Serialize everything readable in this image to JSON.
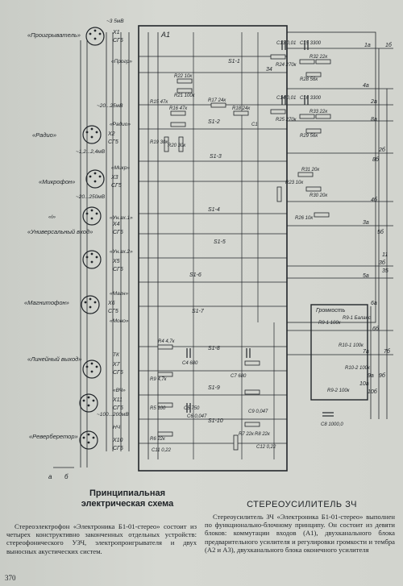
{
  "schematic": {
    "board_label": "A1",
    "inputs": [
      {
        "name": "«Проигрыватель»",
        "connector": "X1",
        "socket": "СГ5",
        "level": "~3  5мВ",
        "bus": "«Прогр»"
      },
      {
        "name": "«Радио»",
        "connector": "X2",
        "socket": "СГ5",
        "level": "~20...25мВ",
        "bus": "«Радио»",
        "level2": "~1,2...2,4мВ"
      },
      {
        "name": "«Микрофон»",
        "connector": "X3",
        "socket": "СГ5",
        "bus": "«Микр»",
        "level2": "~20...250мВ"
      },
      {
        "name": "«Универсальный вход»",
        "connector": "X4",
        "socket": "СГ5",
        "bus": "«Ун.вх.1»",
        "tag": "«I»"
      },
      {
        "name": "",
        "connector": "X5",
        "socket": "СГ5",
        "bus": "«Ун.вх.2»"
      },
      {
        "name": "«Магнитофон»",
        "connector": "X6",
        "socket": "СГ5",
        "bus": "«Магн»",
        "bus2": "«Моно»"
      },
      {
        "name": "«Линейный выход»",
        "connector": "X7",
        "socket": "СГ5",
        "bus": "ТК"
      },
      {
        "name": "",
        "connector": "X11",
        "socket": "СГ5",
        "bus": "«ВЧ»",
        "level2": "~100...200мВ"
      },
      {
        "name": "«Реверберетор»",
        "connector": "X10",
        "socket": "СГ5",
        "bus": "НЧ"
      }
    ],
    "switch_labels": [
      "S1-1",
      "S1-2",
      "S1-3",
      "S1-4",
      "S1-5",
      "S1-6",
      "S1-7",
      "S1-8",
      "S1-9",
      "S1-10"
    ],
    "component_labels": [
      "C13 0,01",
      "C15 3300",
      "R24 270к",
      "R32 22к",
      "R28 56к",
      "C14 0,01",
      "C16 3300",
      "R25 270к",
      "R33 22к",
      "R29 56к",
      "R17 24к",
      "R18 24к",
      "C1",
      "R16 47к",
      "R15 47к",
      "R19 30к",
      "R20 30к",
      "R22 10к",
      "R21 100к",
      "R23 10к",
      "R31 20к",
      "R30 20к",
      "R26 10к",
      "R4 4,7к",
      "C4 680",
      "C7 680",
      "R9 4,7к",
      "R5 100",
      "C5 750",
      "R6 22к",
      "R7 22к",
      "C11 0,22",
      "C12 0,22",
      "R8 22к",
      "C9 0,047",
      "C6 0,047",
      "C8 1000,0"
    ],
    "vol_block": {
      "title": "Громкость",
      "r1": "R9-1 100к",
      "balance": "R9-1 Баланс",
      "r10_1": "R10-1 100к",
      "r10_2": "R10-2 100к",
      "r9_2": "R9-2 100к"
    },
    "outputs": [
      "1а",
      "1б",
      "2а",
      "2б",
      "3а",
      "3б",
      "4а",
      "4б",
      "5а",
      "5б",
      "6а",
      "6б",
      "7а",
      "7б",
      "8а",
      "8б",
      "9а",
      "9б",
      "10а",
      "10б",
      "11",
      "35",
      "34"
    ],
    "terms_bottom": [
      "а",
      "б"
    ]
  },
  "caption": "Принципиальная электрическая схема",
  "section_title": "СТЕРЕОУСИЛИТЕЛЬ ЗЧ",
  "paragraph_left": "Стереоэлектрофон «Электроника Б1-01-стерео» состоит из четырех конструктивно законченных отдельных устройств: стереофонического УЗЧ, электропроигрывателя и двух выносных акустических систем.",
  "paragraph_right": "Стереоусилитель ЗЧ «Электроника Б1-01-стерео» выполнен по функционально-блочному принципу. Он состоит из девяти блоков: коммутации входов (A1), двухканального блока предварительного усилителя и регулировки громкости и тембра (A2 и A3), двухканального блока оконечного усилителя",
  "page_number": "370"
}
